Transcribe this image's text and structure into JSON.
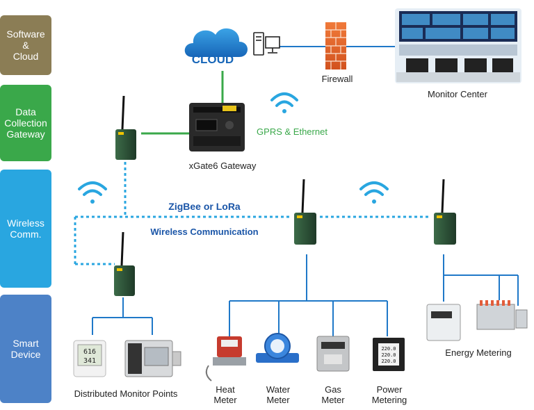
{
  "layers": [
    {
      "label": "Software\n&\nCloud",
      "color": "#8b7d55"
    },
    {
      "label": "Data\nCollection\nGateway",
      "color": "#3aa84a"
    },
    {
      "label": "Wireless\nComm.",
      "color": "#29a6e0"
    },
    {
      "label": "Smart\nDevice",
      "color": "#4d82c7"
    }
  ],
  "cloud_text": "CLOUD",
  "firewall_label": "Firewall",
  "monitor_center_label": "Monitor Center",
  "gprs_label": "GPRS  &  Ethernet",
  "gateway_label": "xGate6 Gateway",
  "zigbee_label": "ZigBee or LoRa",
  "wireless_comm_label": "Wireless Communication",
  "devices": {
    "distributed": "Distributed Monitor Points",
    "heat": "Heat\nMeter",
    "water": "Water\nMeter",
    "gas": "Gas\nMeter",
    "power": "Power\nMetering",
    "energy": "Energy  Metering"
  },
  "display_readings": {
    "sensor_top": "616",
    "sensor_bottom": "341",
    "power_rows": [
      "220.0",
      "220.0",
      "220.0"
    ]
  },
  "colors": {
    "green_line": "#3aa84a",
    "blue_line": "#1f78c8",
    "dotted_line": "#29a6e0",
    "wifi": "#29a6e0"
  }
}
